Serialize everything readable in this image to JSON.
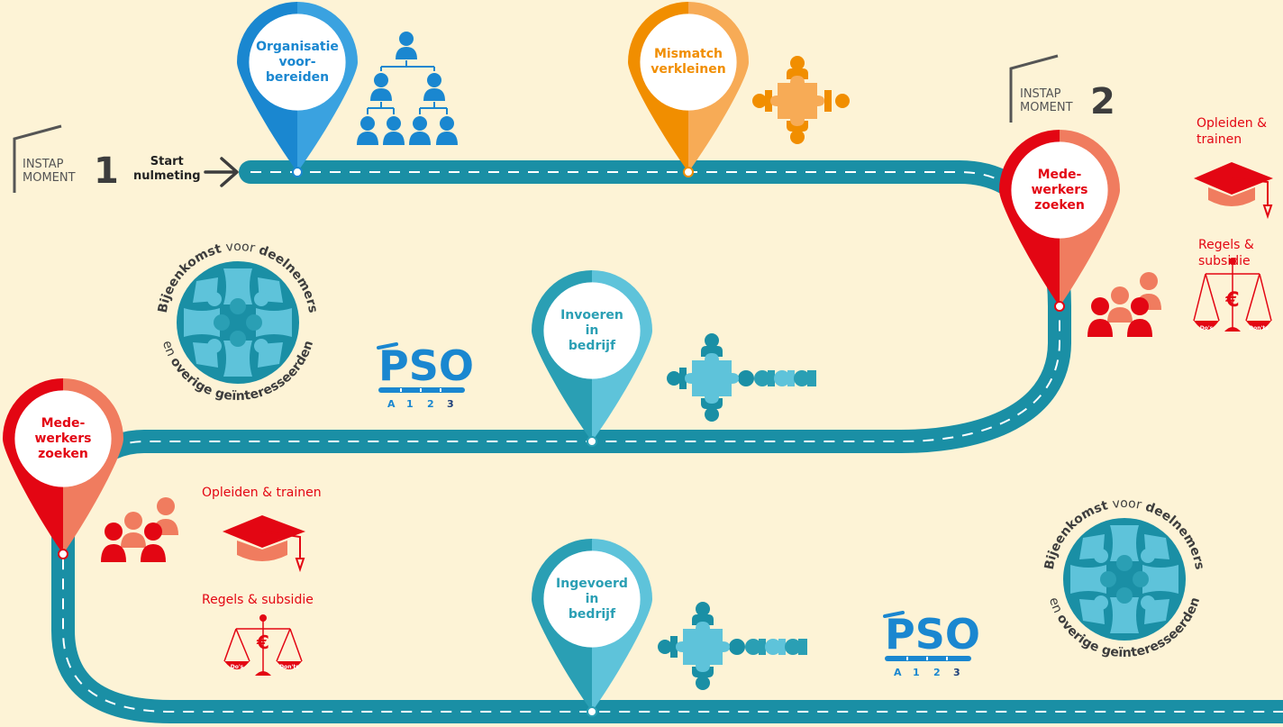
{
  "colors": {
    "background": "#fdf3d6",
    "road": "#1a8fa5",
    "blue": "#1a87d0",
    "orange": "#f18e00",
    "red": "#e30613",
    "teal": "#2a9fb4",
    "dark": "#3d3d3d"
  },
  "instap1": {
    "line1": "INSTAP",
    "line2": "MOMENT",
    "number": "1"
  },
  "instap2": {
    "line1": "INSTAP",
    "line2": "MOMENT",
    "number": "2"
  },
  "start": {
    "line1": "Start",
    "line2": "nulmeting"
  },
  "pins": [
    {
      "label": "Organisatie\nvoor-\nbereiden",
      "color": "blue"
    },
    {
      "label": "Mismatch\nverkleinen",
      "color": "orange"
    },
    {
      "label": "Mede-\nwerkers\nzoeken",
      "color": "red"
    },
    {
      "label": "Invoeren\nin\nbedrijf",
      "color": "teal"
    },
    {
      "label": "Mede-\nwerkers\nzoeken",
      "color": "red"
    },
    {
      "label": "Ingevoerd\nin\nbedrijf",
      "color": "teal"
    }
  ],
  "side_labels": {
    "opleiden_right": "Opleiden &\ntrainen",
    "regels_right": "Regels &\nsubsidie",
    "opleiden_left": "Opleiden & trainen",
    "regels_left": "Regels & subsidie"
  },
  "scale": {
    "left": "Do's",
    "right": "Don'ts",
    "currency": "€"
  },
  "badge": {
    "top_regular": "Bijeenkomst ",
    "top_small": "voor ",
    "top_bold": "deelnemers",
    "bottom_small": "en ",
    "bottom_bold": "overige geïnteresseerden"
  },
  "pso": {
    "word": "PSO",
    "levels": [
      "A",
      "1",
      "2",
      "3"
    ]
  },
  "icons": {
    "org_chart": "org-chart-icon",
    "puzzle": "puzzle-icon",
    "people": "people-group-icon",
    "cap": "graduation-cap-icon",
    "scale": "balance-scale-icon",
    "arrow": "arrow-right-icon"
  }
}
